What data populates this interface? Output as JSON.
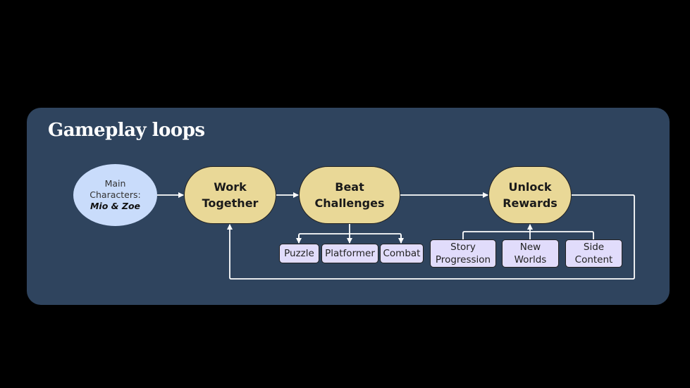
{
  "title": "Gameplay loops",
  "colors": {
    "background": "#000000",
    "panel": "#2f445e",
    "character_node": "#c9dcfb",
    "loop_node": "#e9d897",
    "sub_node": "#e1dcfb",
    "connector": "#ffffff"
  },
  "nodes": {
    "characters": {
      "line1": "Main",
      "line2": "Characters:",
      "line3": "Mio & Zoe"
    },
    "work_together": {
      "line1": "Work",
      "line2": "Together"
    },
    "beat_challenges": {
      "line1": "Beat",
      "line2": "Challenges"
    },
    "unlock_rewards": {
      "line1": "Unlock",
      "line2": "Rewards"
    }
  },
  "challenges": [
    {
      "label": "Puzzle"
    },
    {
      "label": "Platformer"
    },
    {
      "label": "Combat"
    }
  ],
  "rewards": [
    {
      "line1": "Story",
      "line2": "Progression"
    },
    {
      "line1": "New",
      "line2": "Worlds"
    },
    {
      "line1": "Side",
      "line2": "Content"
    }
  ],
  "edges": [
    {
      "from": "Main Characters",
      "to": "Work Together"
    },
    {
      "from": "Work Together",
      "to": "Beat Challenges"
    },
    {
      "from": "Beat Challenges",
      "to": "Unlock Rewards"
    },
    {
      "from": "Beat Challenges",
      "to": "Puzzle"
    },
    {
      "from": "Beat Challenges",
      "to": "Platformer"
    },
    {
      "from": "Beat Challenges",
      "to": "Combat"
    },
    {
      "from": "Story Progression / New Worlds / Side Content",
      "to": "Unlock Rewards"
    },
    {
      "from": "Unlock Rewards",
      "to": "Work Together",
      "type": "loop-back"
    }
  ]
}
